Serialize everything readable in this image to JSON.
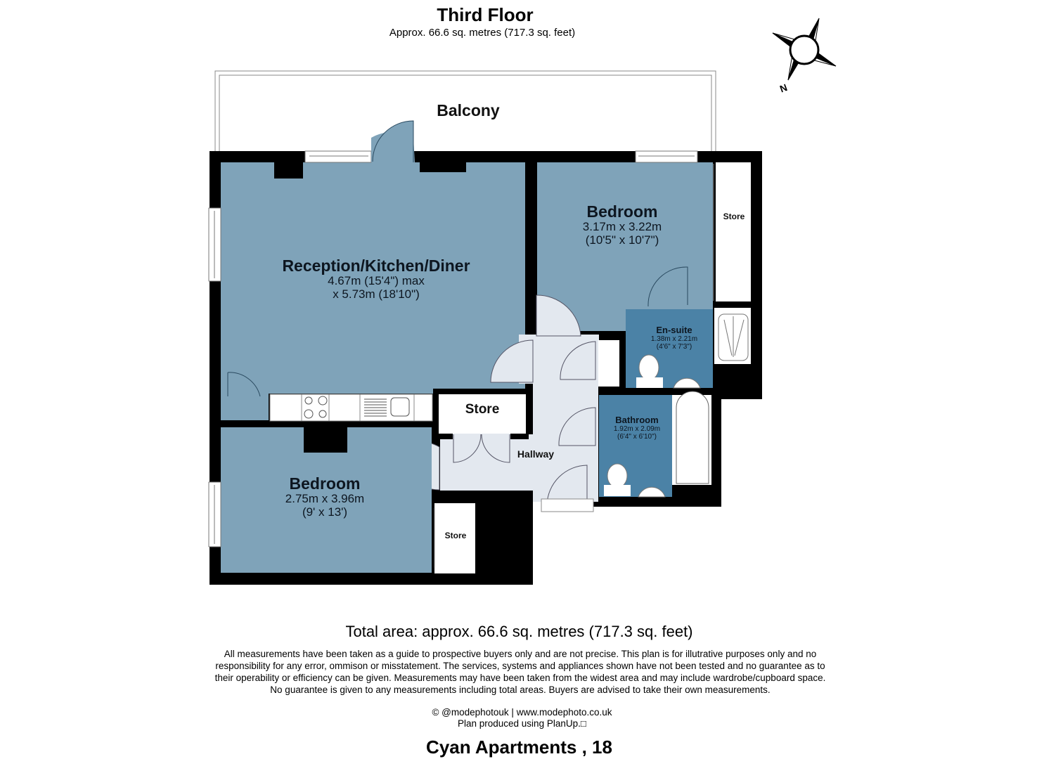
{
  "header": {
    "title": "Third Floor",
    "subtitle": "Approx. 66.6 sq. metres (717.3 sq. feet)"
  },
  "compass": {
    "icon": "compass-north-icon",
    "label": "N"
  },
  "colors": {
    "room_fill": "#7fa3b9",
    "wet_room_fill": "#4b82a6",
    "hallway_fill": "#e3e8ef",
    "wall": "#000000",
    "fixture_fill": "#ffffff"
  },
  "rooms": {
    "balcony": {
      "name": "Balcony"
    },
    "reception": {
      "name": "Reception/Kitchen/Diner",
      "dim1": "4.67m (15'4\") max",
      "dim2": "x 5.73m (18'10\")"
    },
    "bedroom1": {
      "name": "Bedroom",
      "dim1": "3.17m x 3.22m",
      "dim2": "(10'5\" x 10'7\")"
    },
    "bedroom2": {
      "name": "Bedroom",
      "dim1": "2.75m x 3.96m",
      "dim2": "(9' x 13')"
    },
    "ensuite": {
      "name": "En-suite",
      "dim1": "1.38m x 2.21m",
      "dim2": "(4'6\" x 7'3\")"
    },
    "bathroom": {
      "name": "Bathroom",
      "dim1": "1.92m x 2.09m",
      "dim2": "(6'4\" x 6'10\")"
    },
    "hallway": {
      "name": "Hallway"
    },
    "store_main": {
      "name": "Store"
    },
    "store_bedroom1": {
      "name": "Store"
    },
    "store_bedroom2": {
      "name": "Store"
    }
  },
  "footer": {
    "total": "Total area: approx. 66.6 sq. metres (717.3 sq. feet)",
    "disclaimer": [
      "All measurements have been taken as a guide to prospective buyers only and are not precise. This plan is for illutrative purposes only and no",
      "responsibility for any error, ommison or misstatement. The services, systems and appliances shown have not been tested and no guarantee as to",
      "their operability or efficiency can be given. Measurements may have been taken from the widest area and may include wardrobe/cupboard space.",
      "No guarantee is given to any measurements including total areas. Buyers are advised to take their own measurements."
    ],
    "credit_line1": "© @modephotouk | www.modephoto.co.uk",
    "credit_line2": "Plan produced using PlanUp.□",
    "address": "Cyan Apartments , 18"
  }
}
